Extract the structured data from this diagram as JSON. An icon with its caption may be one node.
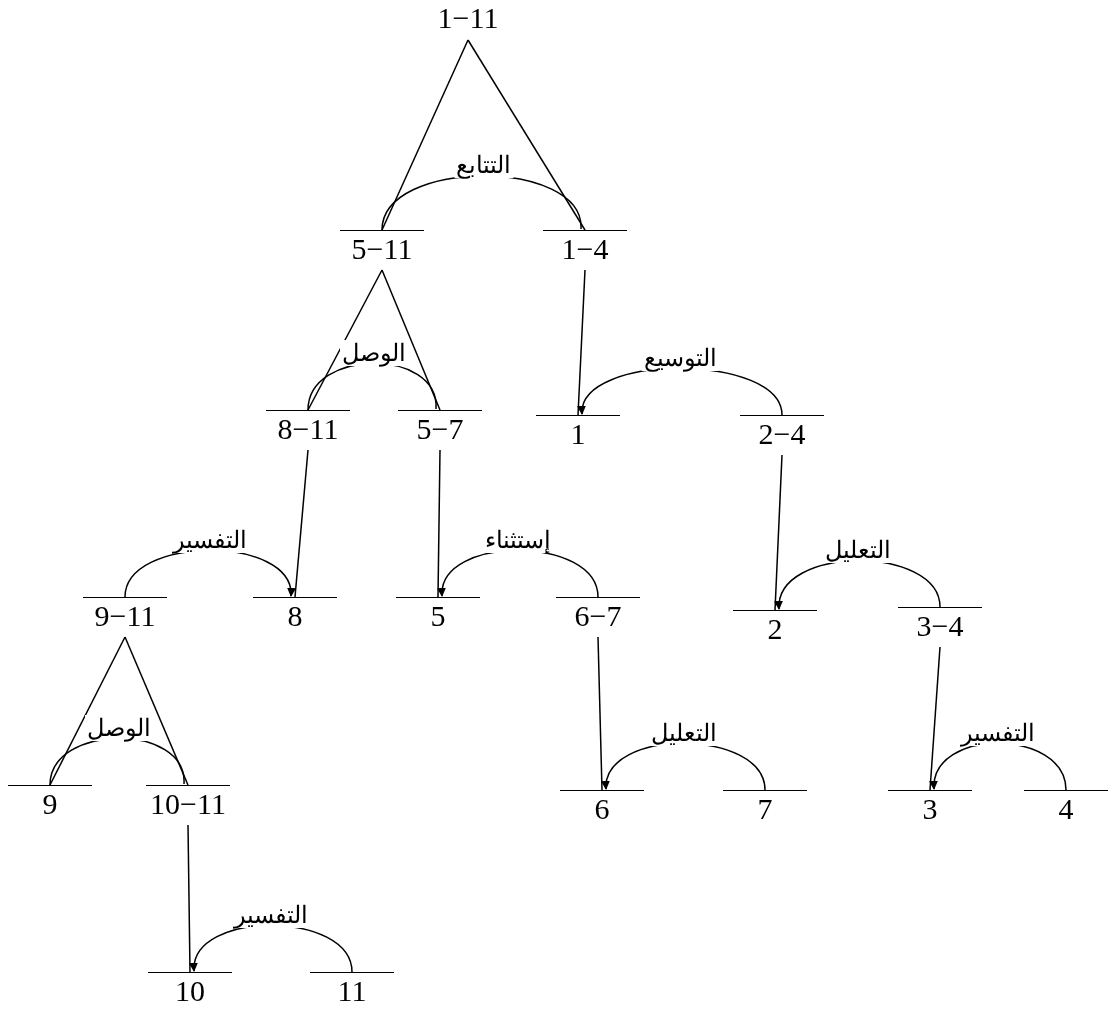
{
  "diagram": {
    "nodes": [
      {
        "text": [
          "1−11"
        ]
      },
      {
        "text": [
          "5−11"
        ]
      },
      {
        "text": [
          "1−4"
        ]
      },
      {
        "text": [
          "8−11"
        ]
      },
      {
        "text": [
          "5−7"
        ]
      },
      {
        "text": [
          "1"
        ]
      },
      {
        "text": [
          "2−4"
        ]
      },
      {
        "text": [
          "9−11"
        ]
      },
      {
        "text": [
          "8"
        ]
      },
      {
        "text": [
          "5"
        ]
      },
      {
        "text": [
          "6−7"
        ]
      },
      {
        "text": [
          "2"
        ]
      },
      {
        "text": [
          "3−4"
        ]
      },
      {
        "text": [
          "9"
        ]
      },
      {
        "text": [
          "10−11"
        ]
      },
      {
        "text": [
          "6"
        ]
      },
      {
        "text": [
          "7"
        ]
      },
      {
        "text": [
          "3"
        ]
      },
      {
        "text": [
          "4"
        ]
      },
      {
        "text": [
          "10"
        ]
      },
      {
        "text": [
          "11"
        ]
      }
    ],
    "edges": [
      {
        "from": 0,
        "to": 1,
        "arrow": "none"
      },
      {
        "from": 0,
        "to": 2,
        "arrow": "none"
      },
      {
        "from": 1,
        "to": 2,
        "arrow": "none",
        "label": "التتابع"
      },
      {
        "from": 1,
        "to": 3,
        "arrow": "none"
      },
      {
        "from": 1,
        "to": 4,
        "arrow": "none"
      },
      {
        "from": 3,
        "to": 4,
        "arrow": "none",
        "label": "الوصل"
      },
      {
        "from": 2,
        "to": 5,
        "arrow": "none"
      },
      {
        "from": 6,
        "to": 5,
        "arrow": "to",
        "label": "التوسيع"
      },
      {
        "from": 3,
        "to": 8,
        "arrow": "none"
      },
      {
        "from": 7,
        "to": 8,
        "arrow": "to",
        "label": "التفسير"
      },
      {
        "from": 4,
        "to": 9,
        "arrow": "none"
      },
      {
        "from": 10,
        "to": 9,
        "arrow": "to",
        "label": "إستثناء"
      },
      {
        "from": 6,
        "to": 11,
        "arrow": "none"
      },
      {
        "from": 12,
        "to": 11,
        "arrow": "to",
        "label": "التعليل"
      },
      {
        "from": 7,
        "to": 13,
        "arrow": "none"
      },
      {
        "from": 7,
        "to": 14,
        "arrow": "none"
      },
      {
        "from": 13,
        "to": 14,
        "arrow": "none",
        "label": "الوصل"
      },
      {
        "from": 10,
        "to": 15,
        "arrow": "none"
      },
      {
        "from": 16,
        "to": 15,
        "arrow": "to",
        "label": "التعليل"
      },
      {
        "from": 12,
        "to": 17,
        "arrow": "none"
      },
      {
        "from": 18,
        "to": 17,
        "arrow": "to",
        "label": "التفسير"
      },
      {
        "from": 14,
        "to": 19,
        "arrow": "none"
      },
      {
        "from": 20,
        "to": 19,
        "arrow": "to",
        "label": "التفسير"
      }
    ]
  }
}
